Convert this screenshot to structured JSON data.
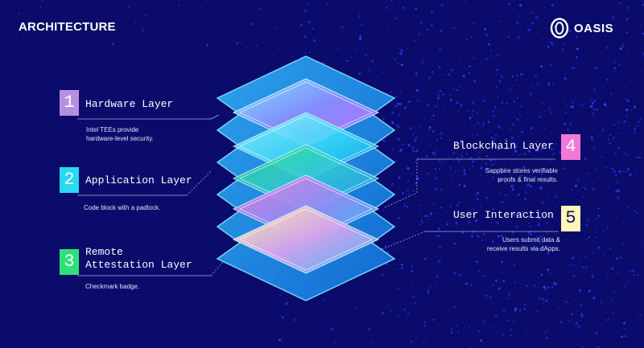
{
  "header": {
    "title": "ARCHITECTURE"
  },
  "brand": {
    "name": "OASIS"
  },
  "colors": {
    "background": "#0a0b6a",
    "badge1": "#b690e0",
    "badge2": "#2ad8f0",
    "badge3": "#2fe07a",
    "badge4": "#f07ad6",
    "badge5": "#fff7b8"
  },
  "layers": [
    {
      "number": "1",
      "title": "Hardware Layer",
      "desc_line1": "Intel TEEs provide",
      "desc_line2": "hardware-level security."
    },
    {
      "number": "2",
      "title": "Application Layer",
      "desc_line1": "Code block with a padlock.",
      "desc_line2": ""
    },
    {
      "number": "3",
      "title_line1": "Remote",
      "title_line2": "Attestation Layer",
      "desc_line1": "Checkmark badge.",
      "desc_line2": ""
    },
    {
      "number": "4",
      "title": "Blockchain Layer",
      "desc_line1": "Sapphire stores verifiable",
      "desc_line2": "proofs & final results."
    },
    {
      "number": "5",
      "title": "User Interaction",
      "desc_line1": "Users submit data &",
      "desc_line2": "receive results via dApps."
    }
  ]
}
